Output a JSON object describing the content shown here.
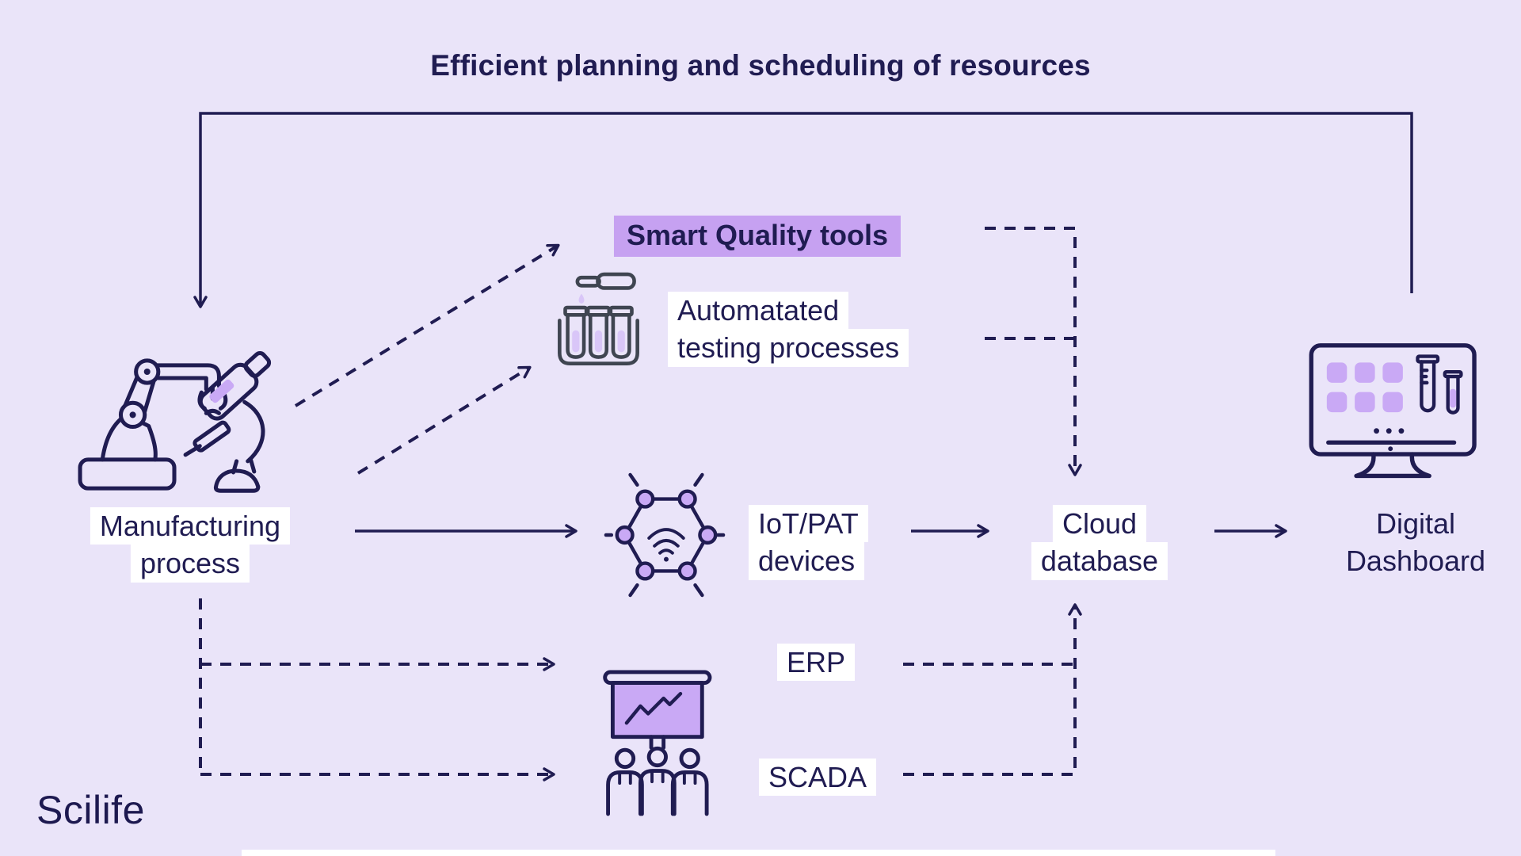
{
  "title": "Efficient planning and scheduling of resources",
  "logo": "Scilife",
  "colors": {
    "background": "#EAE4F9",
    "ink": "#201C52",
    "icon_slate": "#3F4551",
    "highlight_purple": "#C6A1F1",
    "icon_fill_purple": "#C9A9F5",
    "liquid_purple": "#D9C6F8",
    "label_highlight": "#FFFFFF"
  },
  "nodes": {
    "smart_quality": {
      "label": "Smart Quality tools"
    },
    "automated_testing": {
      "line1": "Automatated",
      "line2": "testing processes"
    },
    "manufacturing": {
      "line1": "Manufacturing",
      "line2": "process"
    },
    "iot": {
      "line1": "IoT/PAT",
      "line2": "devices"
    },
    "cloud": {
      "line1": "Cloud",
      "line2": "database"
    },
    "digital_dashboard": {
      "line1": "Digital",
      "line2": "Dashboard"
    },
    "erp": {
      "label": "ERP"
    },
    "scada": {
      "label": "SCADA"
    }
  },
  "icons": [
    "robot-arm-icon",
    "microscope-icon",
    "pipette-testtubes-icon",
    "iot-hexagon-icon",
    "monitor-dashboard-icon",
    "presentation-board-icon",
    "team-icon"
  ],
  "connectors": [
    {
      "from": "digital_dashboard",
      "to": "manufacturing",
      "style": "solid",
      "label": "feedback loop across top"
    },
    {
      "from": "manufacturing",
      "to": "smart_quality",
      "style": "dashed"
    },
    {
      "from": "manufacturing",
      "to": "automated_testing",
      "style": "dashed"
    },
    {
      "from": "smart_quality",
      "to": "cloud",
      "style": "dashed"
    },
    {
      "from": "automated_testing",
      "to": "cloud",
      "style": "dashed"
    },
    {
      "from": "manufacturing",
      "to": "iot",
      "style": "solid"
    },
    {
      "from": "iot",
      "to": "cloud",
      "style": "solid"
    },
    {
      "from": "cloud",
      "to": "digital_dashboard",
      "style": "solid"
    },
    {
      "from": "manufacturing",
      "to": "erp",
      "style": "dashed"
    },
    {
      "from": "manufacturing",
      "to": "scada",
      "style": "dashed"
    },
    {
      "from": "erp",
      "to": "cloud",
      "style": "dashed"
    },
    {
      "from": "scada",
      "to": "cloud",
      "style": "dashed"
    }
  ]
}
